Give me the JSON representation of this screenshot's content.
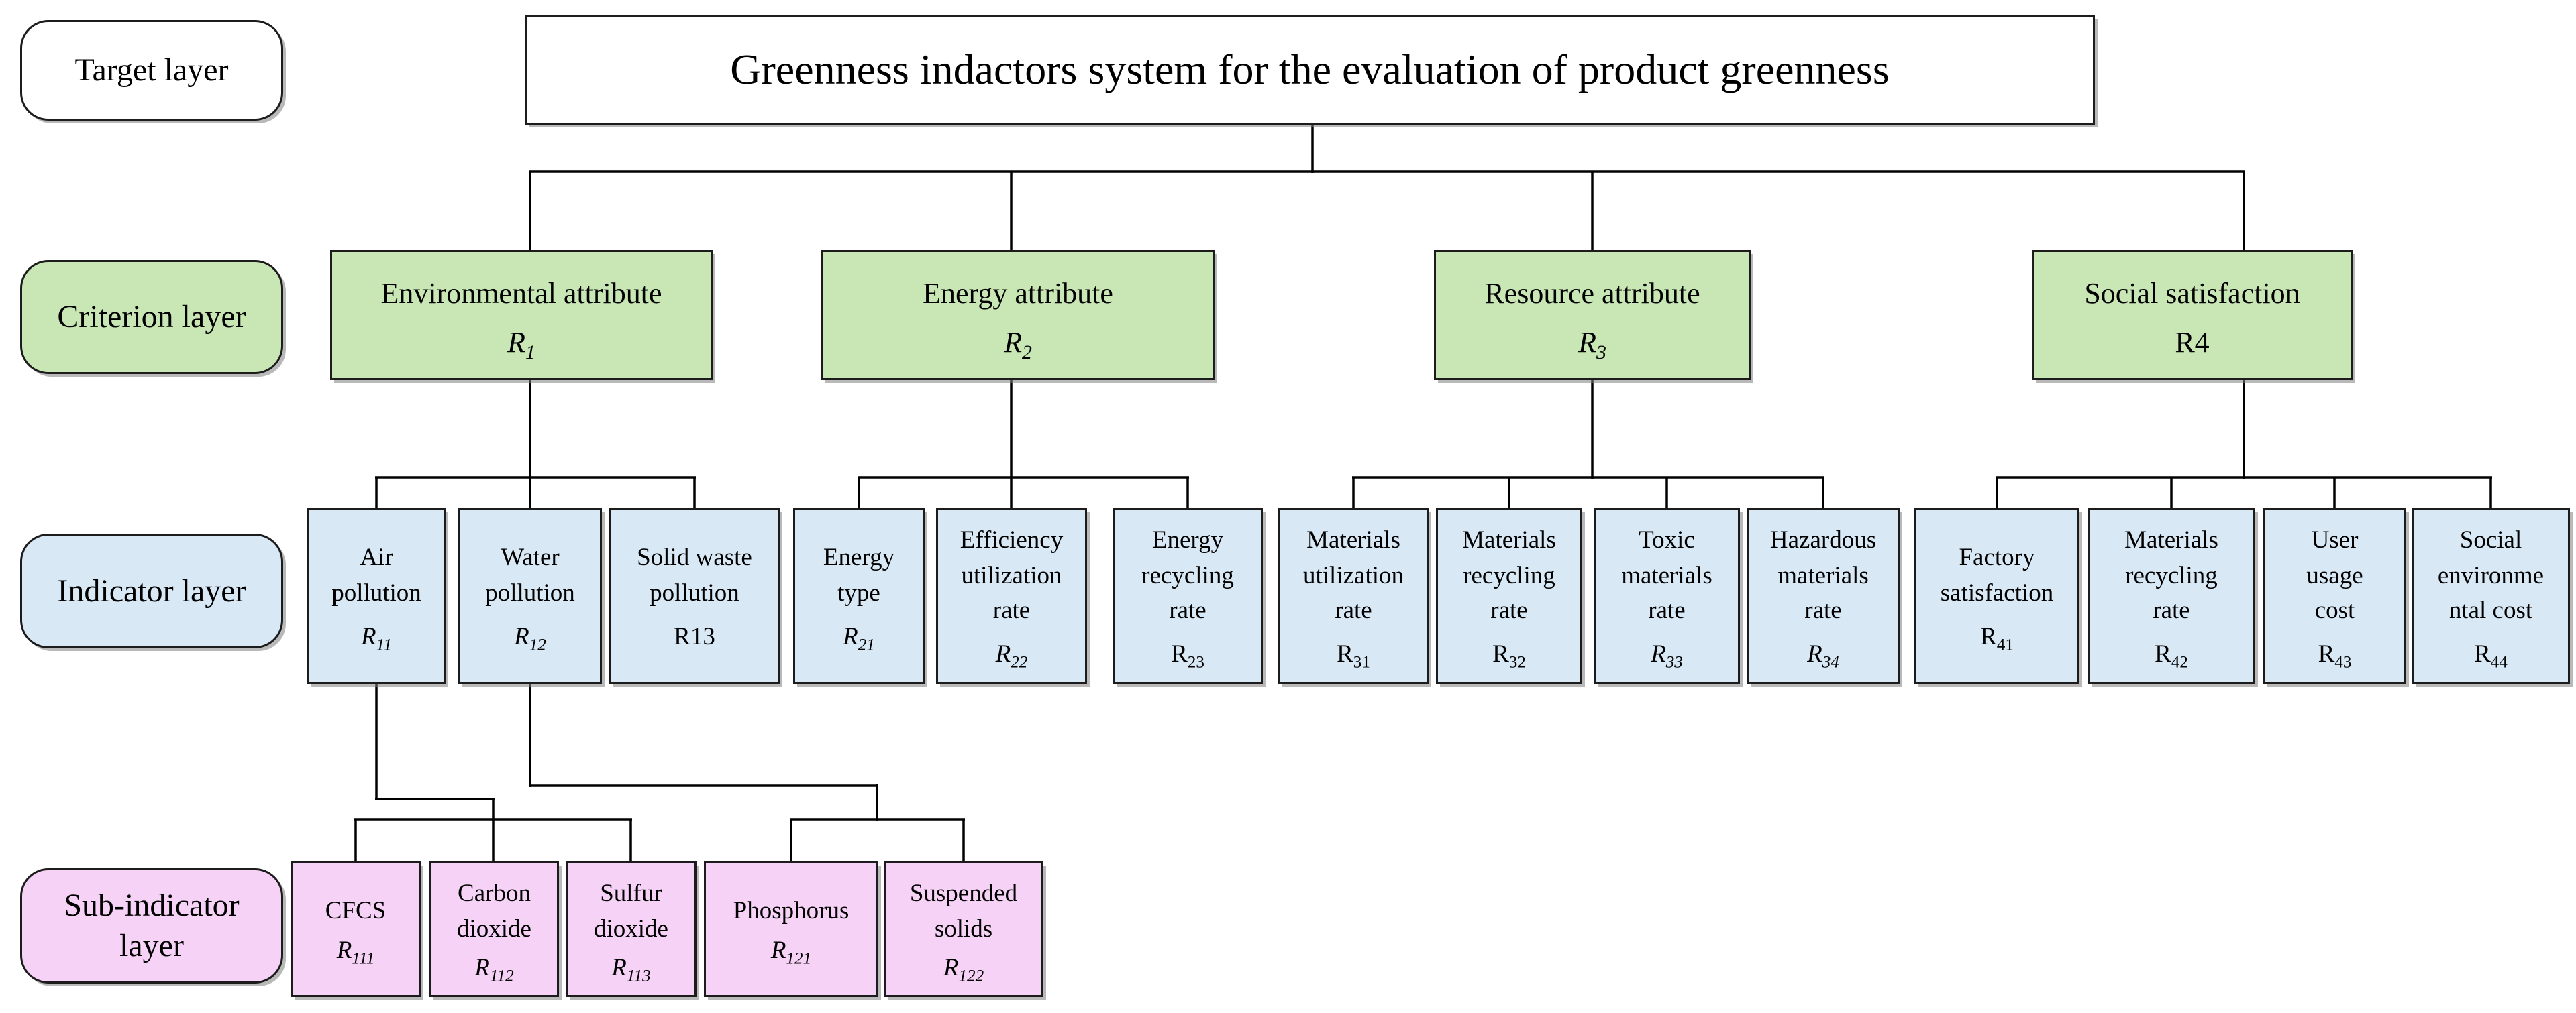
{
  "colors": {
    "target": "#ffffff",
    "criterion": "#c9e6b5",
    "indicator": "#d9e8f5",
    "sub_indicator": "#f6d3f6",
    "border": "#1c1c1c",
    "connector": "#000000"
  },
  "title": {
    "text": "Greenness indactors system for the evaluation of product greenness"
  },
  "layer_labels": [
    {
      "label": "Target layer"
    },
    {
      "label": "Criterion layer"
    },
    {
      "label": "Indicator layer"
    },
    {
      "label": "Sub-indicator\nlayer"
    }
  ],
  "criteria": [
    {
      "name": "Environmental attribute",
      "code": {
        "base": "R",
        "sub": "1",
        "style": "italic"
      }
    },
    {
      "name": "Energy attribute",
      "code": {
        "base": "R",
        "sub": "2",
        "style": "italic"
      }
    },
    {
      "name": "Resource attribute",
      "code": {
        "base": "R",
        "sub": "3",
        "style": "italic"
      }
    },
    {
      "name": "Social satisfaction",
      "code": {
        "base": "R4",
        "sub": "",
        "style": "upright"
      }
    }
  ],
  "indicators": [
    {
      "name": "Air\npollution",
      "code": {
        "base": "R",
        "sub": "11",
        "style": "italic"
      }
    },
    {
      "name": "Water\npollution",
      "code": {
        "base": "R",
        "sub": "12",
        "style": "italic"
      }
    },
    {
      "name": "Solid waste\npollution",
      "code": {
        "base": "R13",
        "sub": "",
        "style": "upright"
      }
    },
    {
      "name": "Energy\ntype",
      "code": {
        "base": "R",
        "sub": "21",
        "style": "italic"
      }
    },
    {
      "name": "Efficiency\nutilization\nrate",
      "code": {
        "base": "R",
        "sub": "22",
        "style": "italic"
      }
    },
    {
      "name": "Energy\nrecycling\nrate",
      "code": {
        "base": "R",
        "sub": "23",
        "style": "upright"
      }
    },
    {
      "name": "Materials\nutilization\nrate",
      "code": {
        "base": "R",
        "sub": "31",
        "style": "upright"
      }
    },
    {
      "name": "Materials\nrecycling\nrate",
      "code": {
        "base": "R",
        "sub": "32",
        "style": "upright"
      }
    },
    {
      "name": "Toxic\nmaterials\nrate",
      "code": {
        "base": "R",
        "sub": "33",
        "style": "italic"
      }
    },
    {
      "name": "Hazardous\nmaterials\nrate",
      "code": {
        "base": "R",
        "sub": "34",
        "style": "italic"
      }
    },
    {
      "name": "Factory\nsatisfaction",
      "code": {
        "base": "R",
        "sub": "41",
        "style": "upright"
      }
    },
    {
      "name": "Materials\nrecycling\nrate",
      "code": {
        "base": "R",
        "sub": "42",
        "style": "upright"
      }
    },
    {
      "name": "User\nusage\ncost",
      "code": {
        "base": "R",
        "sub": "43",
        "style": "upright"
      }
    },
    {
      "name": "Social\nenvironme\nntal cost",
      "code": {
        "base": "R",
        "sub": "44",
        "style": "upright"
      }
    }
  ],
  "sub_indicators": [
    {
      "name": "CFCS",
      "code": {
        "base": "R",
        "sub": "111",
        "style": "italic"
      }
    },
    {
      "name": "Carbon\ndioxide",
      "code": {
        "base": "R",
        "sub": "112",
        "style": "italic"
      }
    },
    {
      "name": "Sulfur\ndioxide",
      "code": {
        "base": "R",
        "sub": "113",
        "style": "italic"
      }
    },
    {
      "name": "Phosphorus",
      "code": {
        "base": "R",
        "sub": "121",
        "style": "italic"
      }
    },
    {
      "name": "Suspended\nsolids",
      "code": {
        "base": "R",
        "sub": "122",
        "style": "italic"
      }
    }
  ]
}
